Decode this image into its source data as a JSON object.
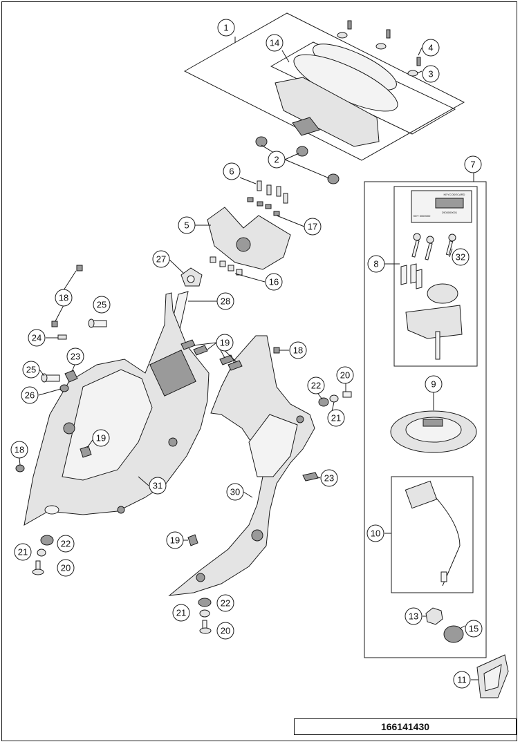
{
  "drawing_number": "166141430",
  "callouts": [
    "1",
    "14",
    "4",
    "3",
    "2",
    "6",
    "7",
    "5",
    "17",
    "27",
    "16",
    "8",
    "32",
    "28",
    "18",
    "25",
    "24",
    "19",
    "18",
    "23",
    "25",
    "26",
    "22",
    "20",
    "21",
    "19",
    "18",
    "9",
    "31",
    "30",
    "23",
    "10",
    "19",
    "21",
    "22",
    "20",
    "21",
    "22",
    "20",
    "13",
    "15",
    "11"
  ],
  "card_text": {
    "line1": "KEYCODECARD",
    "line2": "2903000001",
    "line3": "KEY 0000000"
  }
}
